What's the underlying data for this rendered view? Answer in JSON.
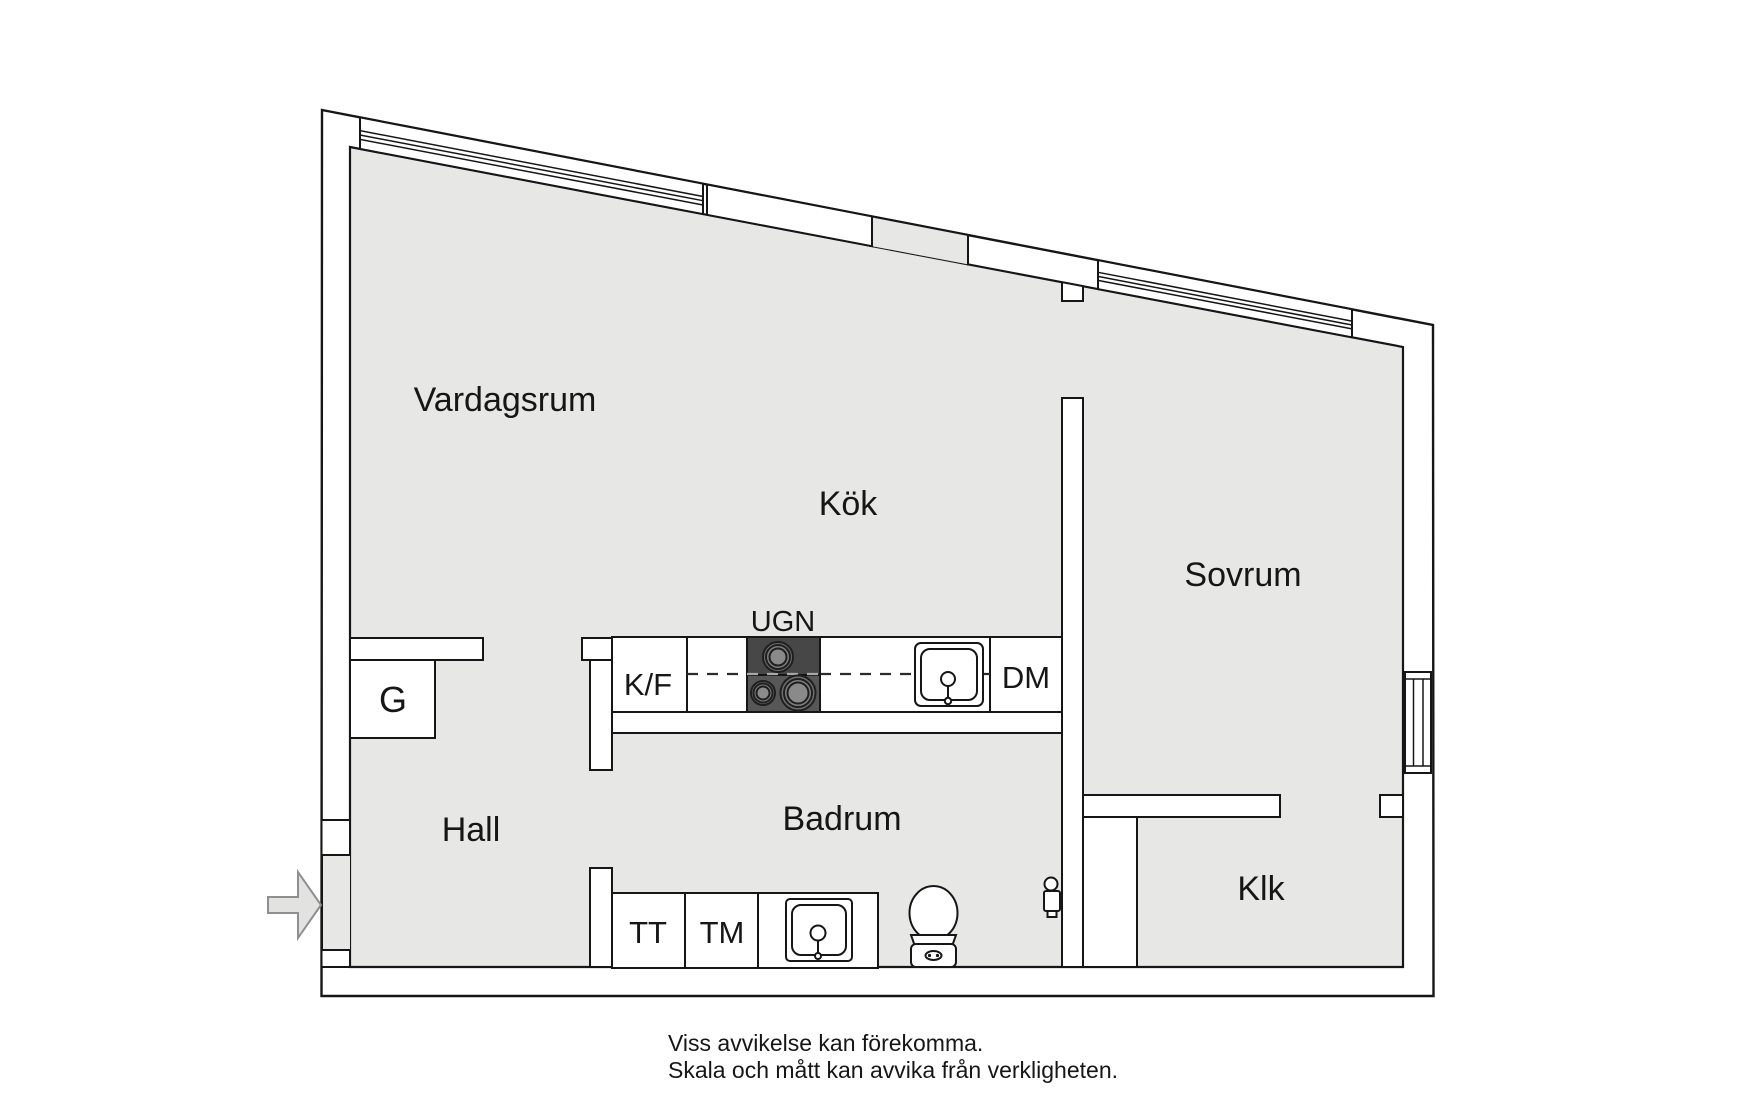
{
  "floorplan": {
    "rooms": {
      "vardagsrum": "Vardagsrum",
      "kok": "Kök",
      "sovrum": "Sovrum",
      "hall": "Hall",
      "badrum": "Badrum",
      "klk": "Klk"
    },
    "fixtures": {
      "oven": "UGN",
      "fridge_freezer": "K/F",
      "dishwasher": "DM",
      "tumble_dryer": "TT",
      "washing_machine": "TM",
      "wardrobe": "G"
    },
    "colors": {
      "floor": "#e7e7e5",
      "wallFill": "#ffffff",
      "line": "#161616",
      "stoveTop": "#474747",
      "stoveBottom": "#575757",
      "burner": "#828282",
      "arrowFill": "#e2e2e0",
      "arrowStroke": "#8f8f8f"
    }
  },
  "footer": {
    "line1": "Viss avvikelse kan förekomma.",
    "line2": "Skala och mått kan avvika från verkligheten."
  }
}
